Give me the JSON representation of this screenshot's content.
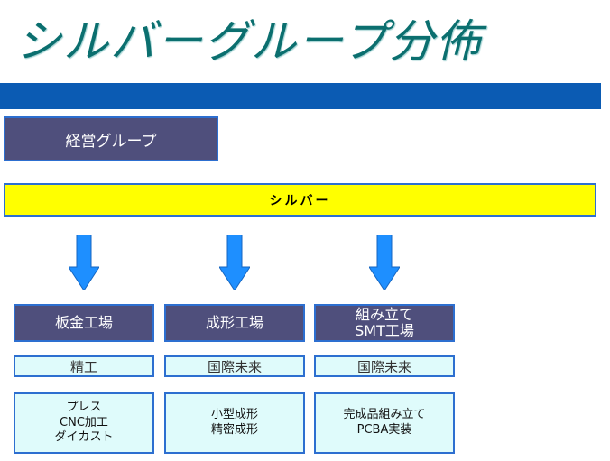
{
  "title": "シルバーグループ分佈",
  "group_box": "経営グループ",
  "silver_bar": "シルバー",
  "colors": {
    "title": "#0b6f6f",
    "banner": "#0b5bb3",
    "dark_box": "#4f4f7c",
    "box_border": "#2d6fd0",
    "highlight": "#ffff00",
    "light_box": "#dffbfb",
    "arrow": "#1e8fff"
  },
  "columns": [
    {
      "factory": "板金工場",
      "company": "精工",
      "process": "プレス\nCNC加工\nダイカスト"
    },
    {
      "factory": "成形工場",
      "company": "国際未来",
      "process": "小型成形\n精密成形"
    },
    {
      "factory": "組み立て\nSMT工場",
      "company": "国際未来",
      "process": "完成品組み立て\nPCBA実装"
    }
  ]
}
